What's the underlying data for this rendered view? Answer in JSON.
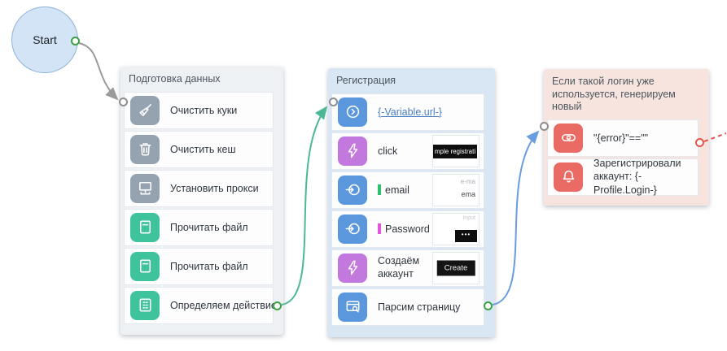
{
  "window": {
    "background": "#ffffff"
  },
  "start_node": {
    "label": "Start",
    "fill": "#d3e4f6",
    "border": "#8fb2da"
  },
  "groups": [
    {
      "title": "Подготовка данных",
      "bg": "#eef1f4",
      "items": [
        {
          "label": "Очистить куки",
          "icon": "broom-icon",
          "icon_bg": "#95a2b0"
        },
        {
          "label": "Очистить кеш",
          "icon": "trash-icon",
          "icon_bg": "#95a2b0"
        },
        {
          "label": "Установить прокси",
          "icon": "proxy-icon",
          "icon_bg": "#95a2b0"
        },
        {
          "label": "Прочитать файл",
          "icon": "file-icon",
          "icon_bg": "#3ec39c"
        },
        {
          "label": "Прочитать файл",
          "icon": "file-icon",
          "icon_bg": "#3ec39c"
        },
        {
          "label": "Определяем действие",
          "icon": "grid-icon",
          "icon_bg": "#3ec39c"
        }
      ]
    },
    {
      "title": "Регистрация",
      "bg": "#d9e7f4",
      "items": [
        {
          "label": "{-Variable.url-}",
          "icon": "goto-icon",
          "icon_bg": "#5b97dd",
          "link": true
        },
        {
          "label": "click",
          "icon": "bolt-icon",
          "icon_bg": "#c378de",
          "thumb_text": "mple registrati"
        },
        {
          "label": "email",
          "icon": "login-icon",
          "icon_bg": "#5b97dd",
          "marker_color": "#2fbf70",
          "thumb_line1": "e-ma",
          "thumb_line2": "ema"
        },
        {
          "label": "Password",
          "icon": "login-icon",
          "icon_bg": "#5b97dd",
          "marker_color": "#e156dd",
          "thumb_line1": "Input",
          "thumb_dots": "•••"
        },
        {
          "label": "Создаём аккаунт",
          "icon": "bolt-icon",
          "icon_bg": "#c378de",
          "thumb_button": "Create"
        },
        {
          "label": "Парсим страницу",
          "icon": "parse-icon",
          "icon_bg": "#5b97dd"
        }
      ]
    },
    {
      "title": "Если такой логин уже используется, генерируем новый",
      "bg": "#f8e4de",
      "items": [
        {
          "label": "\"{error}\"==\"\"",
          "icon": "toggle-icon",
          "icon_bg": "#ea6a64"
        },
        {
          "label": "Зарегистрировали аккаунт: {-Profile.Login-}",
          "icon": "bell-icon",
          "icon_bg": "#ea6a64"
        }
      ]
    }
  ],
  "connectors": {
    "start_to_prep": "#9b9b9b",
    "prep_to_registration": "#4cb896",
    "registration_to_retry": "#699ddf",
    "retry_out_dashed": "#e0564f"
  }
}
